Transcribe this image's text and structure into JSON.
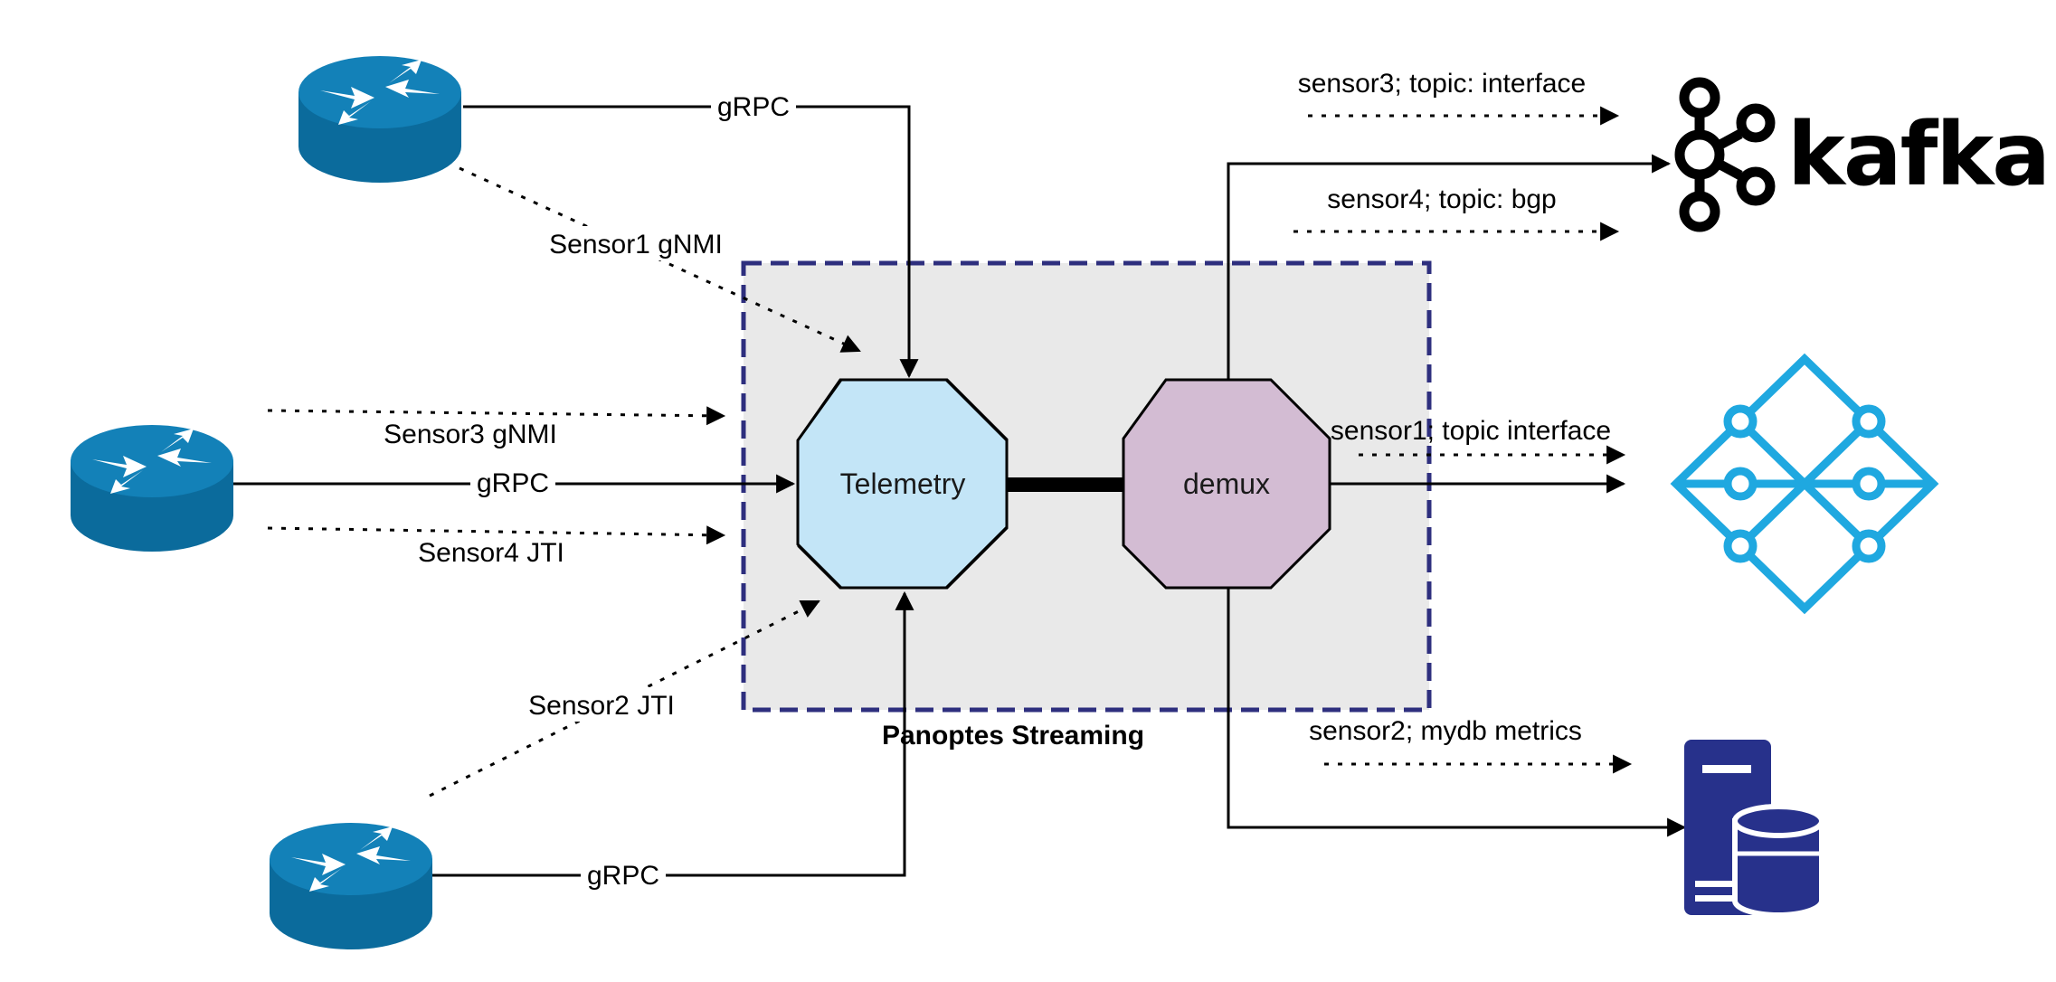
{
  "labels": {
    "router1_grpc": "gRPC",
    "sensor1": "Sensor1 gNMI",
    "sensor3": "Sensor3 gNMI",
    "router2_grpc": "gRPC",
    "sensor4": "Sensor4 JTI",
    "sensor2": "Sensor2 JTI",
    "router3_grpc": "gRPC",
    "telemetry": "Telemetry",
    "demux": "demux",
    "streaming": "Panoptes Streaming",
    "out_sensor3": "sensor3; topic: interface",
    "out_sensor4": "sensor4; topic: bgp",
    "out_sensor1": "sensor1; topic interface",
    "out_sensor2": "sensor2; mydb metrics",
    "kafka": "kafka"
  },
  "colors": {
    "router": "#0b6b9c",
    "router_top": "#1381b8",
    "telemetry_fill": "#c3e5f7",
    "demux_fill": "#d3bcd3",
    "box_fill": "#e9e9e9",
    "box_border": "#2e2f7e",
    "kafka": "#000000",
    "grid_logo": "#1fa8e0",
    "database": "#27318b"
  },
  "icons": {
    "router": "router-icon",
    "kafka": "kafka-logo",
    "grid": "grid-network-logo",
    "database": "database-server-icon"
  }
}
